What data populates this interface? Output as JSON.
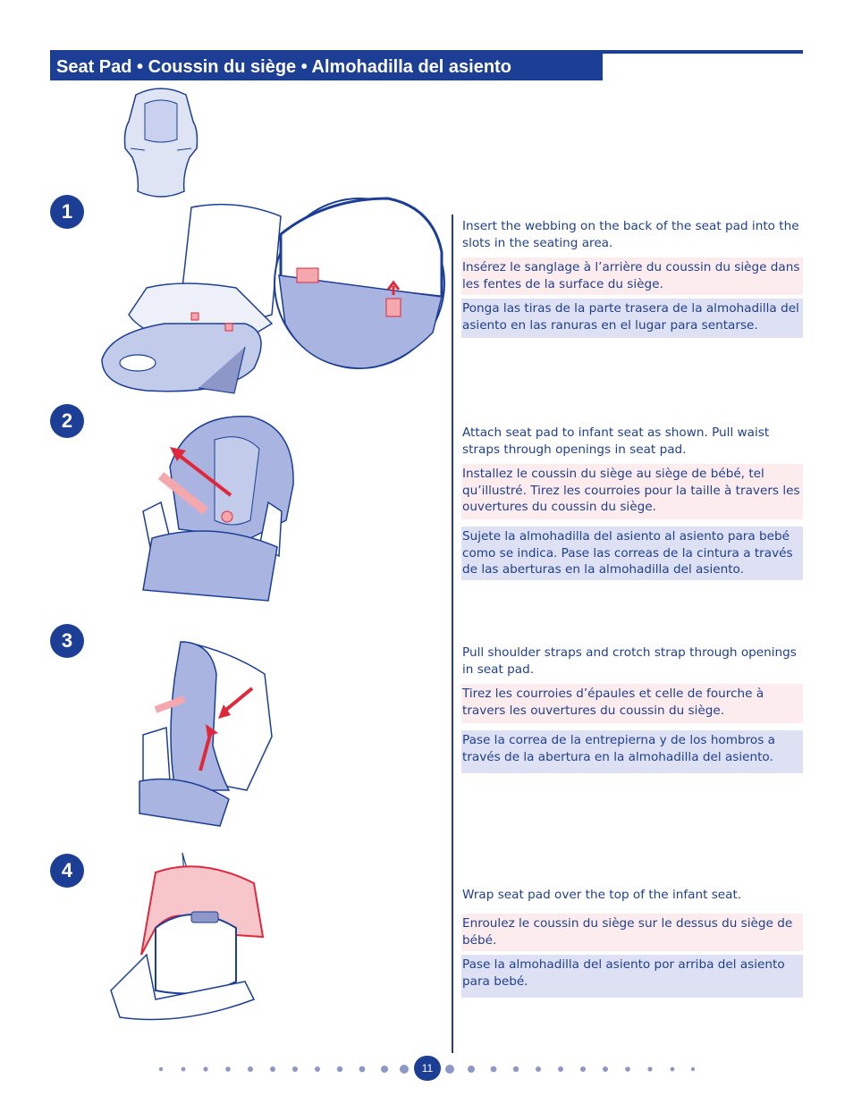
{
  "header": {
    "title": "Seat Pad • Coussin du siège • Almohadilla del asiento"
  },
  "steps": [
    {
      "number": "1",
      "en": "Insert the webbing on the back of the seat pad into the slots in the seating area.",
      "fr": "Insérez le sanglage à l’arrière du coussin du siège dans les fentes de la surface du siège.",
      "es": "Ponga las tiras de la parte trasera de la almohadilla del asiento en las ranuras en el lugar para sentarse."
    },
    {
      "number": "2",
      "en": "Attach seat pad to infant seat as shown. Pull waist straps through openings in seat pad.",
      "fr": "Installez le coussin du siège au siège de bébé, tel qu’illustré. Tirez les courroies pour la taille à travers les ouvertures du coussin du siège.",
      "es": "Sujete la almohadilla del asiento al asiento para bebé como se indica. Pase las correas de la cintura a través de las aberturas en la almohadilla del asiento."
    },
    {
      "number": "3",
      "en": "Pull shoulder straps and crotch strap through openings in seat pad.",
      "fr": "Tirez les courroies d’épaules et celle de fourche à travers les ouvertures du coussin du siège.",
      "es": "Pase la correa de la entrepierna y de los hombros a través de la abertura en la almohadilla del asiento."
    },
    {
      "number": "4",
      "en": "Wrap seat pad over the top of the infant seat.",
      "fr": "Enroulez le coussin du siège sur le dessus du siège de bébé.",
      "es": "Pase la almohadilla del asiento por arriba del asiento para bebé."
    }
  ],
  "footer": {
    "page_number": "11"
  },
  "colors": {
    "brand_blue": "#1c3f95",
    "french_bg": "#fdecee",
    "spanish_bg": "#dde1f3",
    "accent_red": "#e0283c",
    "pad_fill": "#a9b4e0"
  }
}
